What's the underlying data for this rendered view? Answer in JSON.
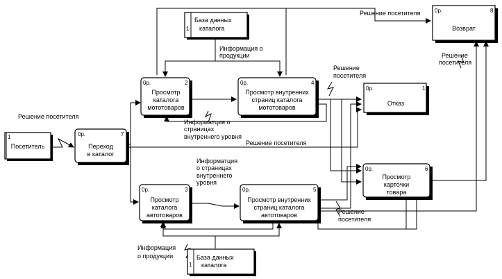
{
  "boxes": {
    "b_return": {
      "num": "8",
      "op": "0р.",
      "label": [
        "Возврат"
      ]
    },
    "b_refuse": {
      "num": "1",
      "op": "0р.",
      "label": [
        "Отказ"
      ]
    },
    "b_visitor": {
      "num": "1",
      "op": "",
      "label": [
        "Посетитель"
      ]
    },
    "b_goto": {
      "num": "7",
      "op": "0р.",
      "label": [
        "Переход",
        "в каталог"
      ]
    },
    "b_catmoto": {
      "num": "2",
      "op": "0р.",
      "label": [
        "Просмотр",
        "каталога",
        "мототоваров"
      ]
    },
    "b_innmoto": {
      "num": "4",
      "op": "0р.",
      "label": [
        "Просмотр внутренних",
        "страниц каталога",
        "мототоваров"
      ]
    },
    "b_catauto": {
      "num": "3",
      "op": "0р.",
      "label": [
        "Просмотр",
        "каталога",
        "автотоваров"
      ]
    },
    "b_innauto": {
      "num": "5",
      "op": "0р.",
      "label": [
        "Просмотр внутренних",
        "страниц каталога",
        "автотоваров"
      ]
    },
    "b_card": {
      "num": "6",
      "op": "0р.",
      "label": [
        "Просмотр",
        "карточки",
        "товара"
      ]
    },
    "b_db_top": {
      "num": "1",
      "op": "",
      "label": [
        "База данных",
        "каталога"
      ]
    },
    "b_db_bottom": {
      "num": "1",
      "op": "",
      "label": [
        "База данных",
        "каталога"
      ]
    }
  },
  "arrow_labels": {
    "visitor_decision_top": "Решение посетителя",
    "visitor_decision_left": "Решение посетителя",
    "decision_return": [
      "Решение",
      "посетителя"
    ],
    "decision_refuse": [
      "Решение",
      "посетителя"
    ],
    "decision_mid": "Решение посетителя",
    "decision_bottom": [
      "Решение",
      "посетителя"
    ],
    "product_info_top": [
      "Информация о",
      "продукции"
    ],
    "product_info_bottom": [
      "Информация",
      "о продукции"
    ],
    "inner_pages_info_moto": [
      "Информатция о",
      "страницах",
      "внутреннего уровня"
    ],
    "inner_pages_info_auto": [
      "Информатция",
      "о страницах",
      "внутреннего",
      "уровня"
    ]
  }
}
